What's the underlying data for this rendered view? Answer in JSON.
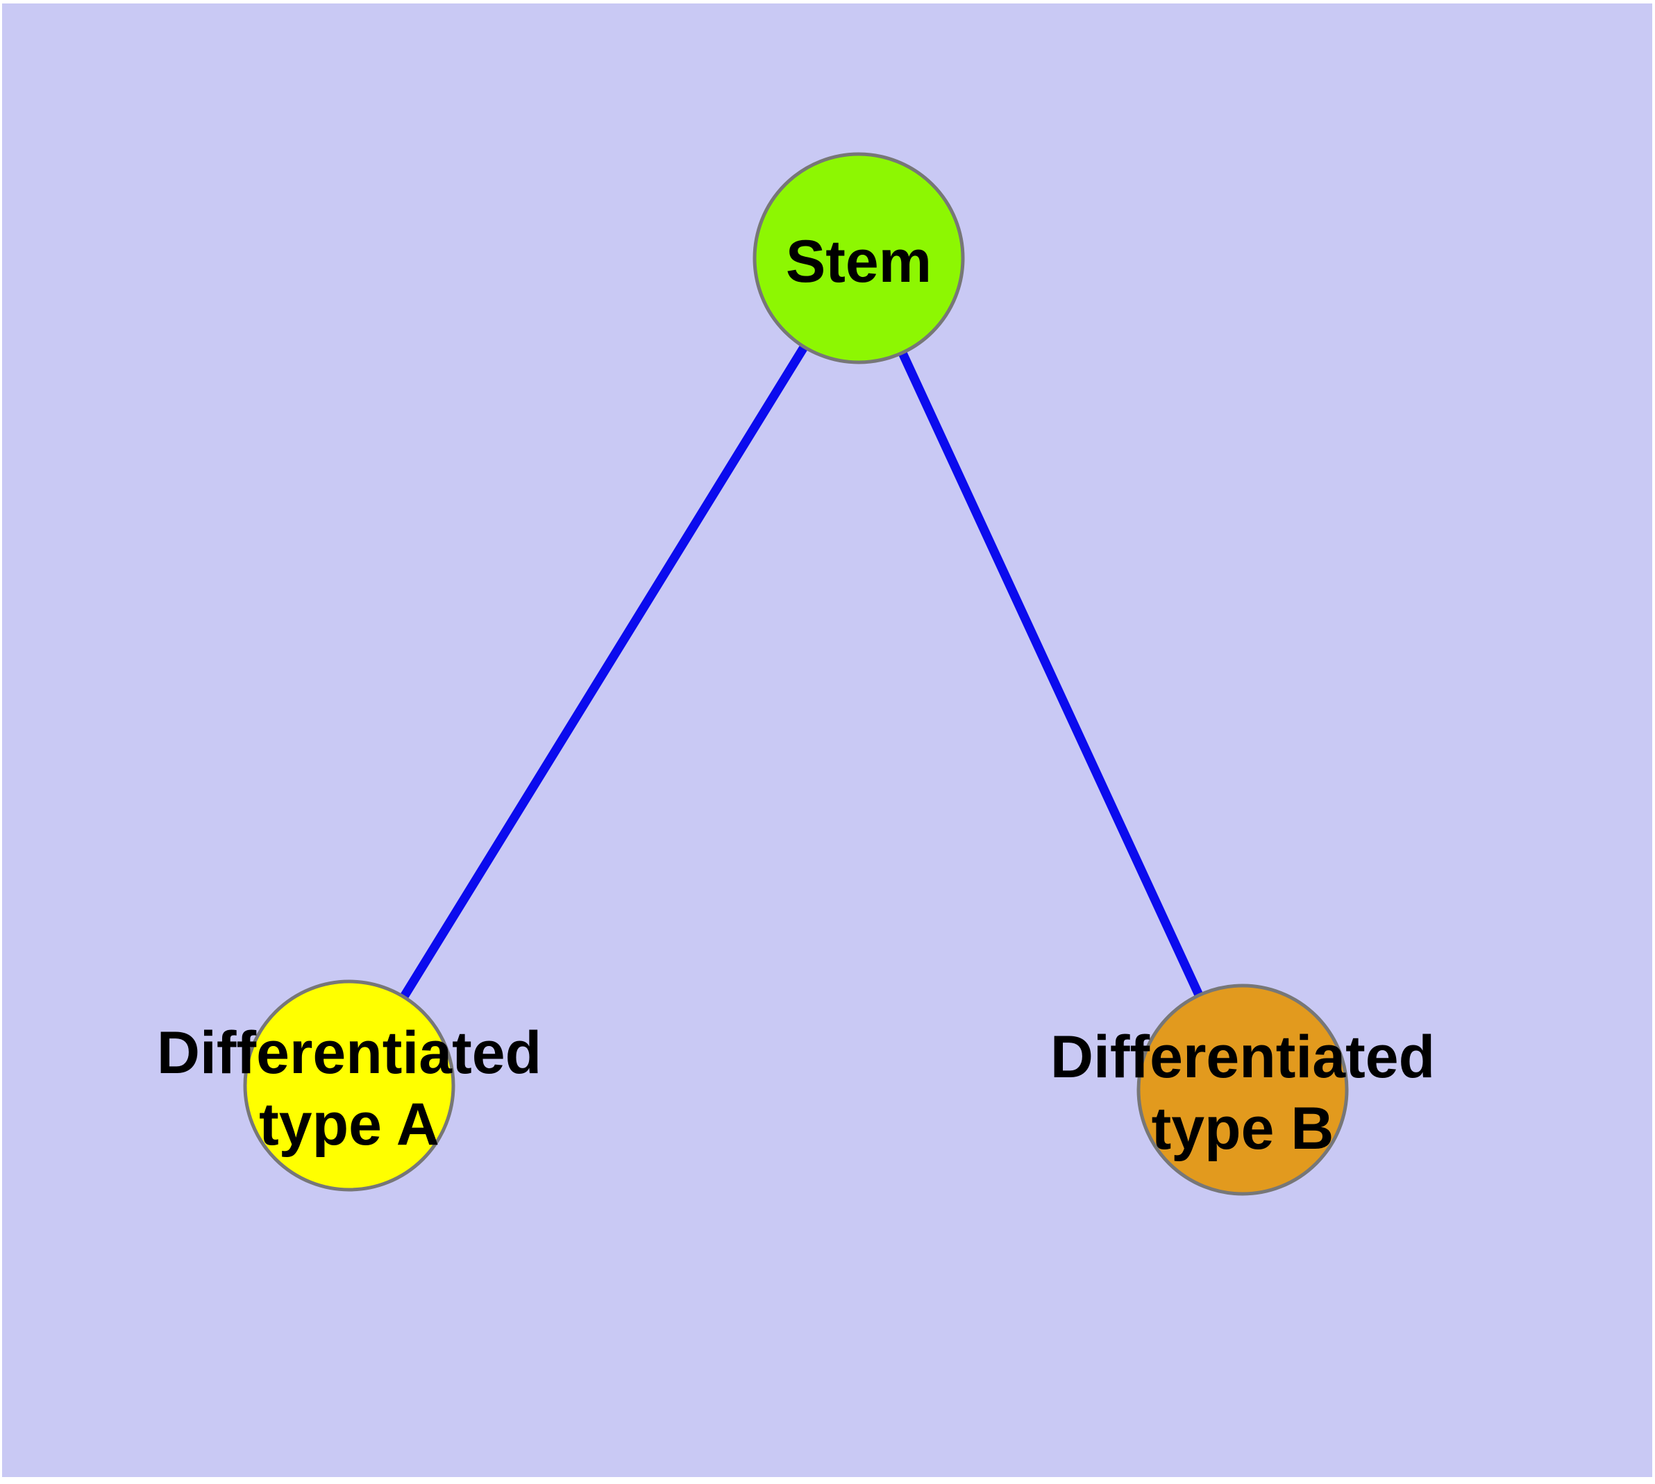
{
  "figure": {
    "page_background": "#ffffff",
    "canvas_color": "#c9c9f4"
  },
  "graph": {
    "node_border_color": "#777777",
    "edge_color": "#0b0bee",
    "nodes": [
      {
        "id": "stem",
        "label": "Stem",
        "fill": "#8df702"
      },
      {
        "id": "type-a",
        "label_line1": "Differentiated",
        "label_line2": "type A",
        "fill": "#ffff00"
      },
      {
        "id": "type-b",
        "label_line1": "Differentiated",
        "label_line2": "type B",
        "fill": "#e29a1e"
      }
    ],
    "edges": [
      {
        "from": "Stem",
        "to": "Differentiated type A"
      },
      {
        "from": "Stem",
        "to": "Differentiated type B"
      }
    ]
  }
}
